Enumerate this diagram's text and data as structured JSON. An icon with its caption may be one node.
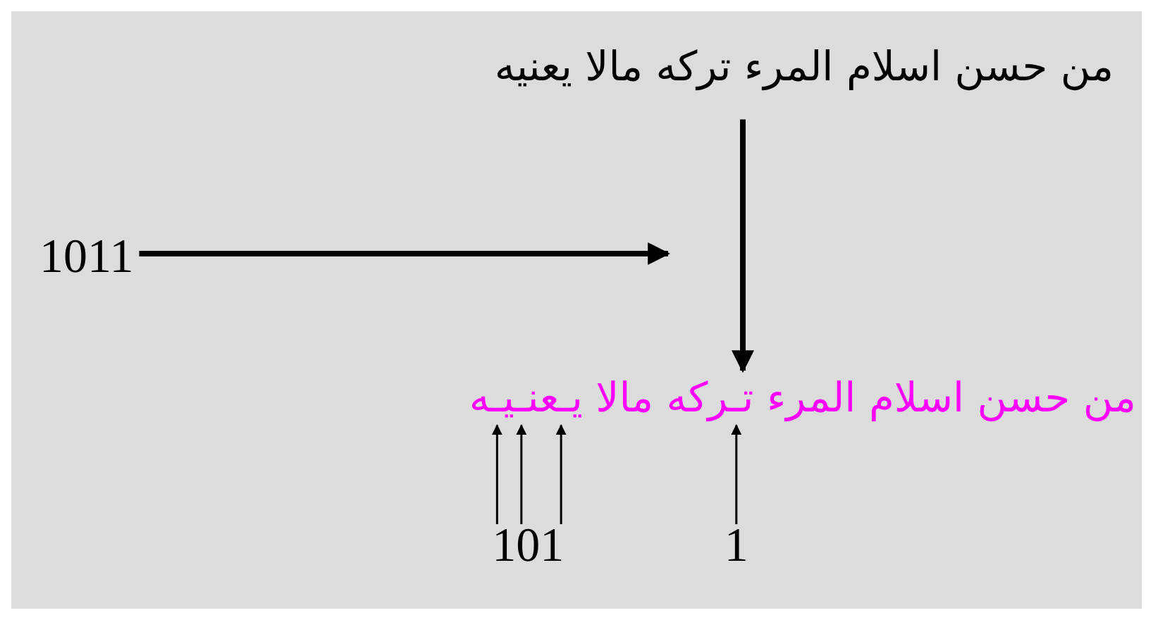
{
  "diagram": {
    "nodes": [
      {
        "text": [
          "1011"
        ]
      },
      {
        "text": [
          "من حسن اسلام المرء تركه مالا يعنيه"
        ]
      },
      {
        "text": [
          "من حسن اسلام المرء تـركه مالا يـعنـيـه"
        ]
      },
      {
        "text": [
          "101"
        ]
      },
      {
        "text": [
          "1"
        ]
      }
    ],
    "edges": [
      {
        "from": 0,
        "to": null,
        "arrow": "to",
        "style": "thick"
      },
      {
        "from": 1,
        "to": 2,
        "arrow": "to",
        "style": "thick"
      },
      {
        "from": 3,
        "to": 2,
        "arrow": "to"
      },
      {
        "from": 3,
        "to": 2,
        "arrow": "to"
      },
      {
        "from": 3,
        "to": 2,
        "arrow": "to"
      },
      {
        "from": 4,
        "to": 2,
        "arrow": "to"
      }
    ]
  }
}
